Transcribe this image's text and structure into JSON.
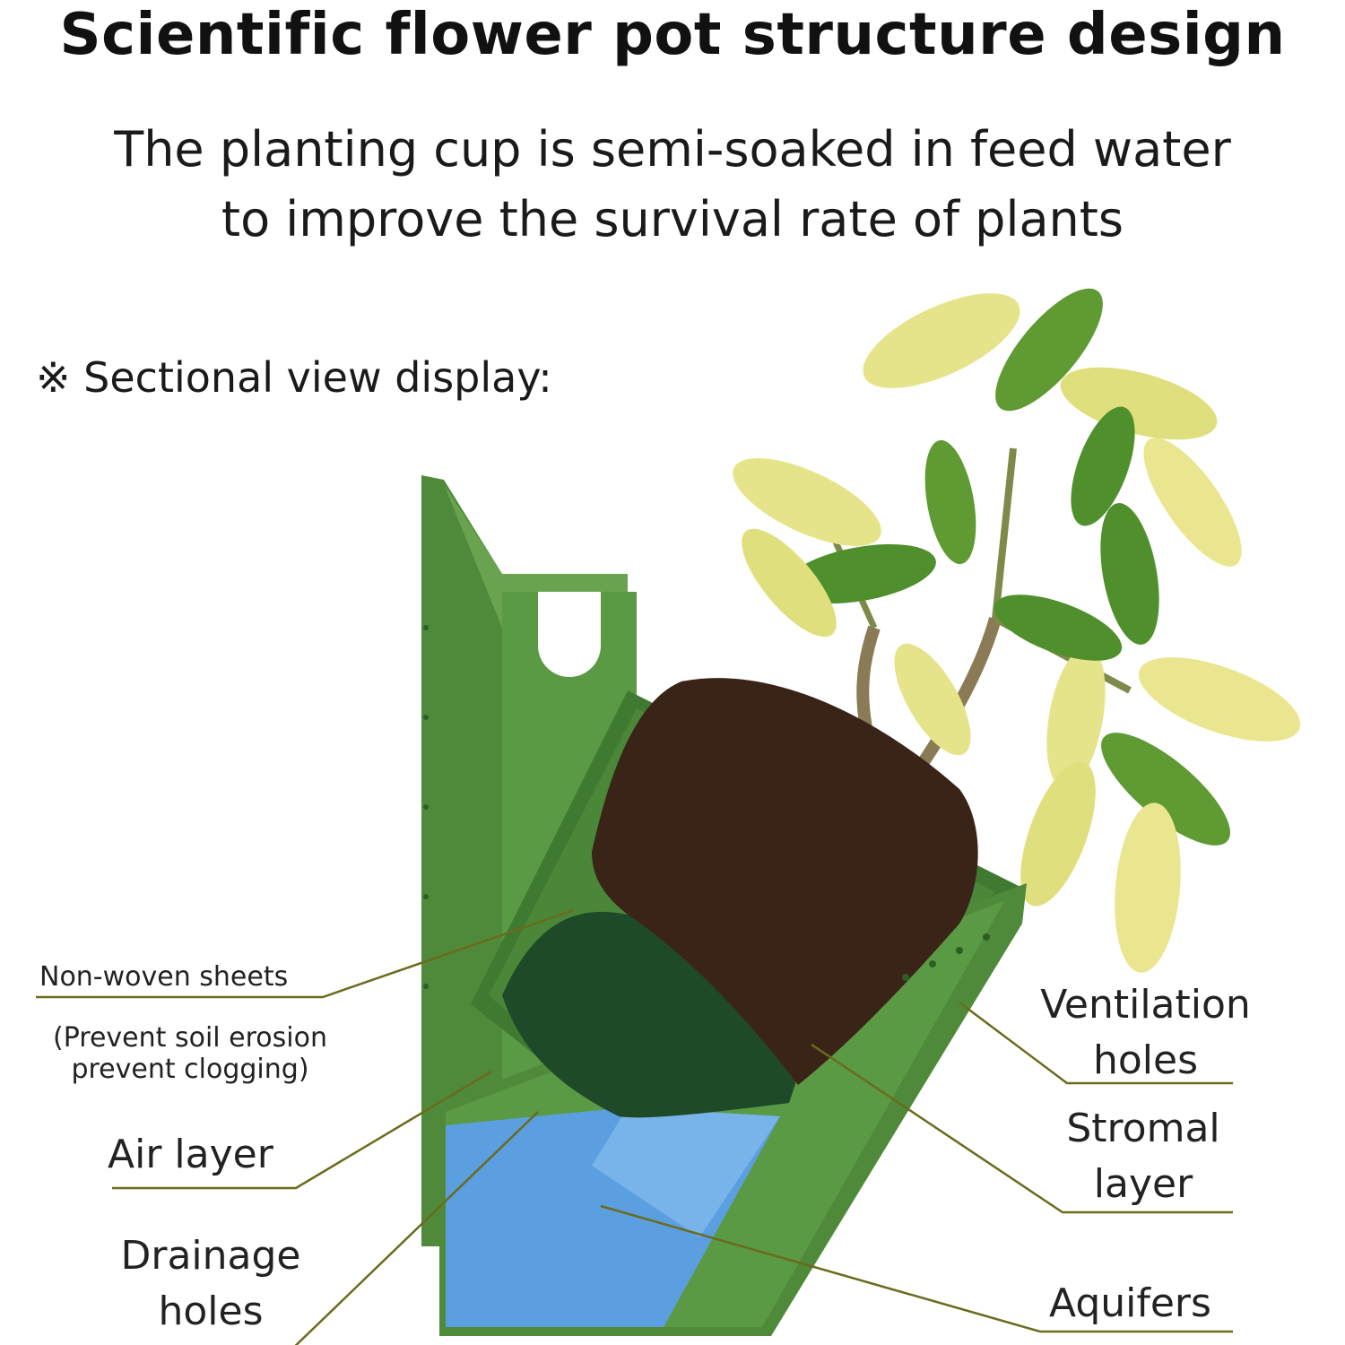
{
  "header": {
    "title": "Scientific flower pot structure design",
    "subtitle_line1": "The planting cup is semi-soaked in feed water",
    "subtitle_line2": "to improve the survival rate of plants"
  },
  "section_label": "※ Sectional view display:",
  "callouts": {
    "non_woven": "Non-woven sheets",
    "non_woven_note_line1": "(Prevent soil erosion",
    "non_woven_note_line2": "prevent clogging)",
    "air_layer": "Air layer",
    "drainage_line1": "Drainage",
    "drainage_line2": "holes",
    "ventilation_line1": "Ventilation",
    "ventilation_line2": "holes",
    "stromal_line1": "Stromal",
    "stromal_line2": "layer",
    "aquifers": "Aquifers"
  },
  "colors": {
    "pot_green": "#4f8a3a",
    "pot_dark": "#3b6e2b",
    "pot_light": "#6aa34f",
    "water_blue": "#5b9fe0",
    "soil": "#3a2418",
    "sheet": "#1f4a2a",
    "leaf_yellow": "#e8e48a",
    "leaf_green": "#4f8f2c",
    "leader_line": "#6b6b1e"
  }
}
